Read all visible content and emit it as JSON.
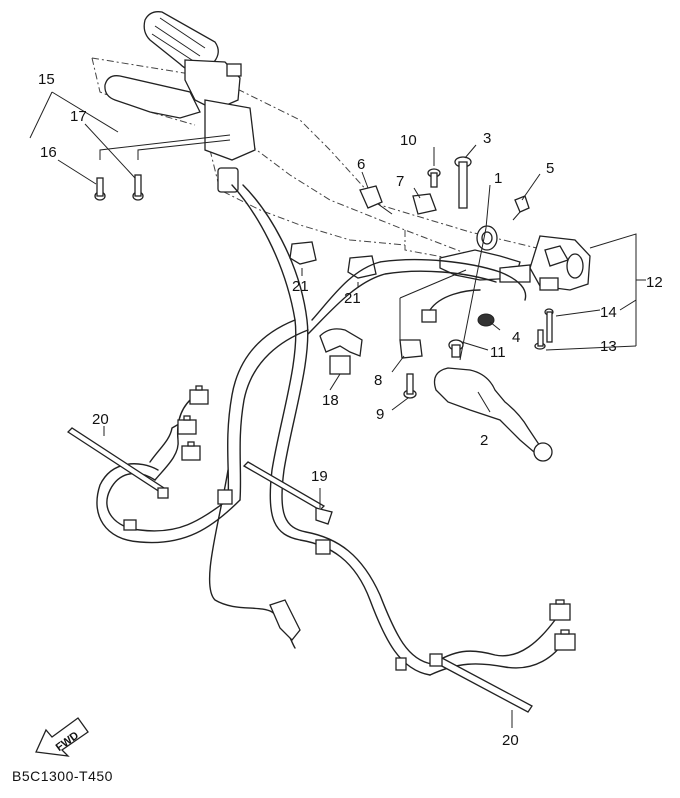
{
  "callouts": {
    "c1": "1",
    "c2": "2",
    "c3": "3",
    "c4": "4",
    "c5": "5",
    "c6": "6",
    "c7": "7",
    "c8": "8",
    "c9": "9",
    "c10": "10",
    "c11": "11",
    "c12": "12",
    "c13": "13",
    "c14": "14",
    "c15": "15",
    "c16": "16",
    "c17": "17",
    "c18": "18",
    "c19": "19",
    "c20a": "20",
    "c20b": "20",
    "c21a": "21",
    "c21b": "21"
  },
  "fwd_label": "FWD",
  "diagram_code": "B5C1300-T450"
}
